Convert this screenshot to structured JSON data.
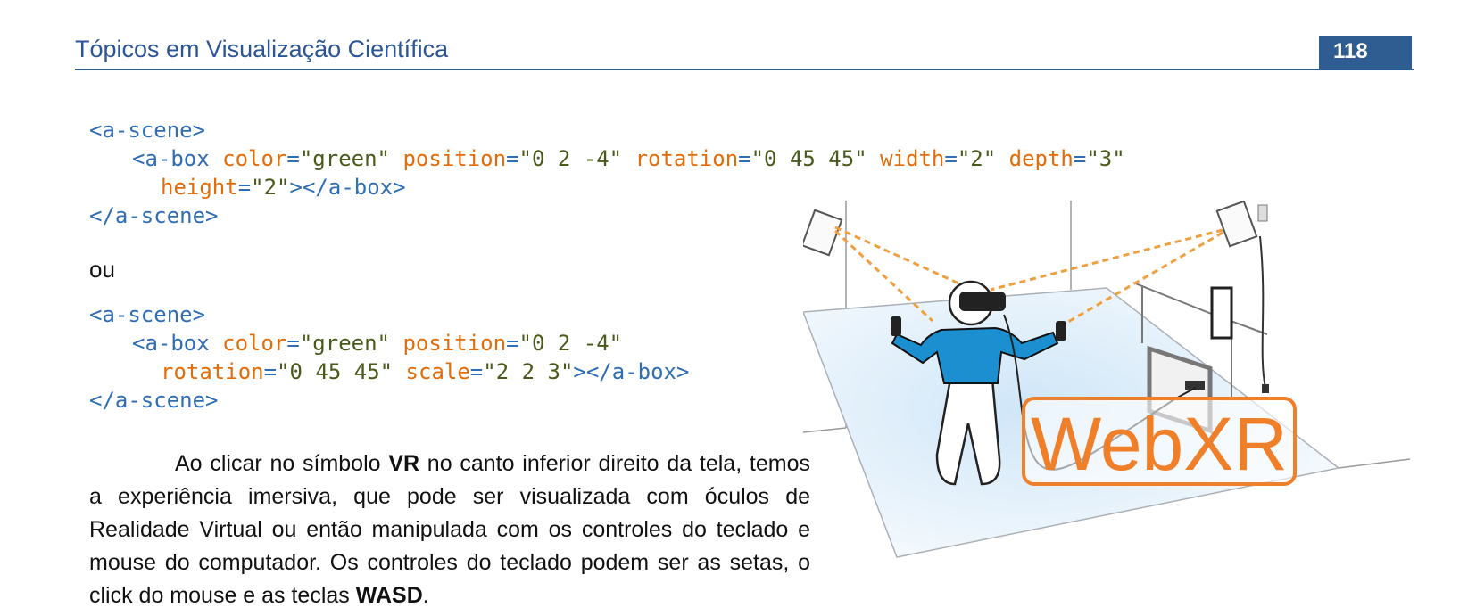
{
  "header": {
    "title": "Tópicos em Visualização Científica",
    "page_number": "118"
  },
  "code_block_1": {
    "line1": "<a-scene>",
    "line2_tag_open": "<a-box",
    "line2_attr1": "color",
    "line2_val1": "\"green\"",
    "line2_attr2": "position",
    "line2_val2": "\"0 2 -4\"",
    "line2_attr3": "rotation",
    "line2_val3": "\"0 45 45\"",
    "line2_attr4": "width",
    "line2_val4": "\"2\"",
    "line2_attr5": "depth",
    "line2_val5": "\"3\"",
    "line3_attr": "height",
    "line3_val": "\"2\"",
    "line3_tag_close": "></a-box>",
    "line4": "</a-scene>"
  },
  "separator": "ou",
  "code_block_2": {
    "line1": "<a-scene>",
    "line2_tag_open": "<a-box",
    "line2_attr1": "color",
    "line2_val1": "\"green\"",
    "line2_attr2": "position",
    "line2_val2": "\"0 2 -4\"",
    "line3_attr1": "rotation",
    "line3_val1": "\"0 45 45\"",
    "line3_attr2": "scale",
    "line3_val2": "\"2 2 3\"",
    "line3_tag_close": "></a-box>",
    "line4": "</a-scene>"
  },
  "paragraph": {
    "part1": "Ao clicar no símbolo ",
    "bold1": "VR",
    "part2": " no canto inferior direito da tela, temos a experiência imersiva, que pode ser visualizada com óculos de Realidade Virtual ou então manipulada com os controles do teclado e mouse do computador. Os controles do teclado podem ser as setas, o click do mouse e as teclas ",
    "bold2": "WASD",
    "part3": "."
  },
  "illustration": {
    "label": "WebXR",
    "colors": {
      "accent": "#f07f29",
      "laser": "#f0a040",
      "shirt": "#1c8fd1",
      "floor": "#dceefa"
    }
  }
}
